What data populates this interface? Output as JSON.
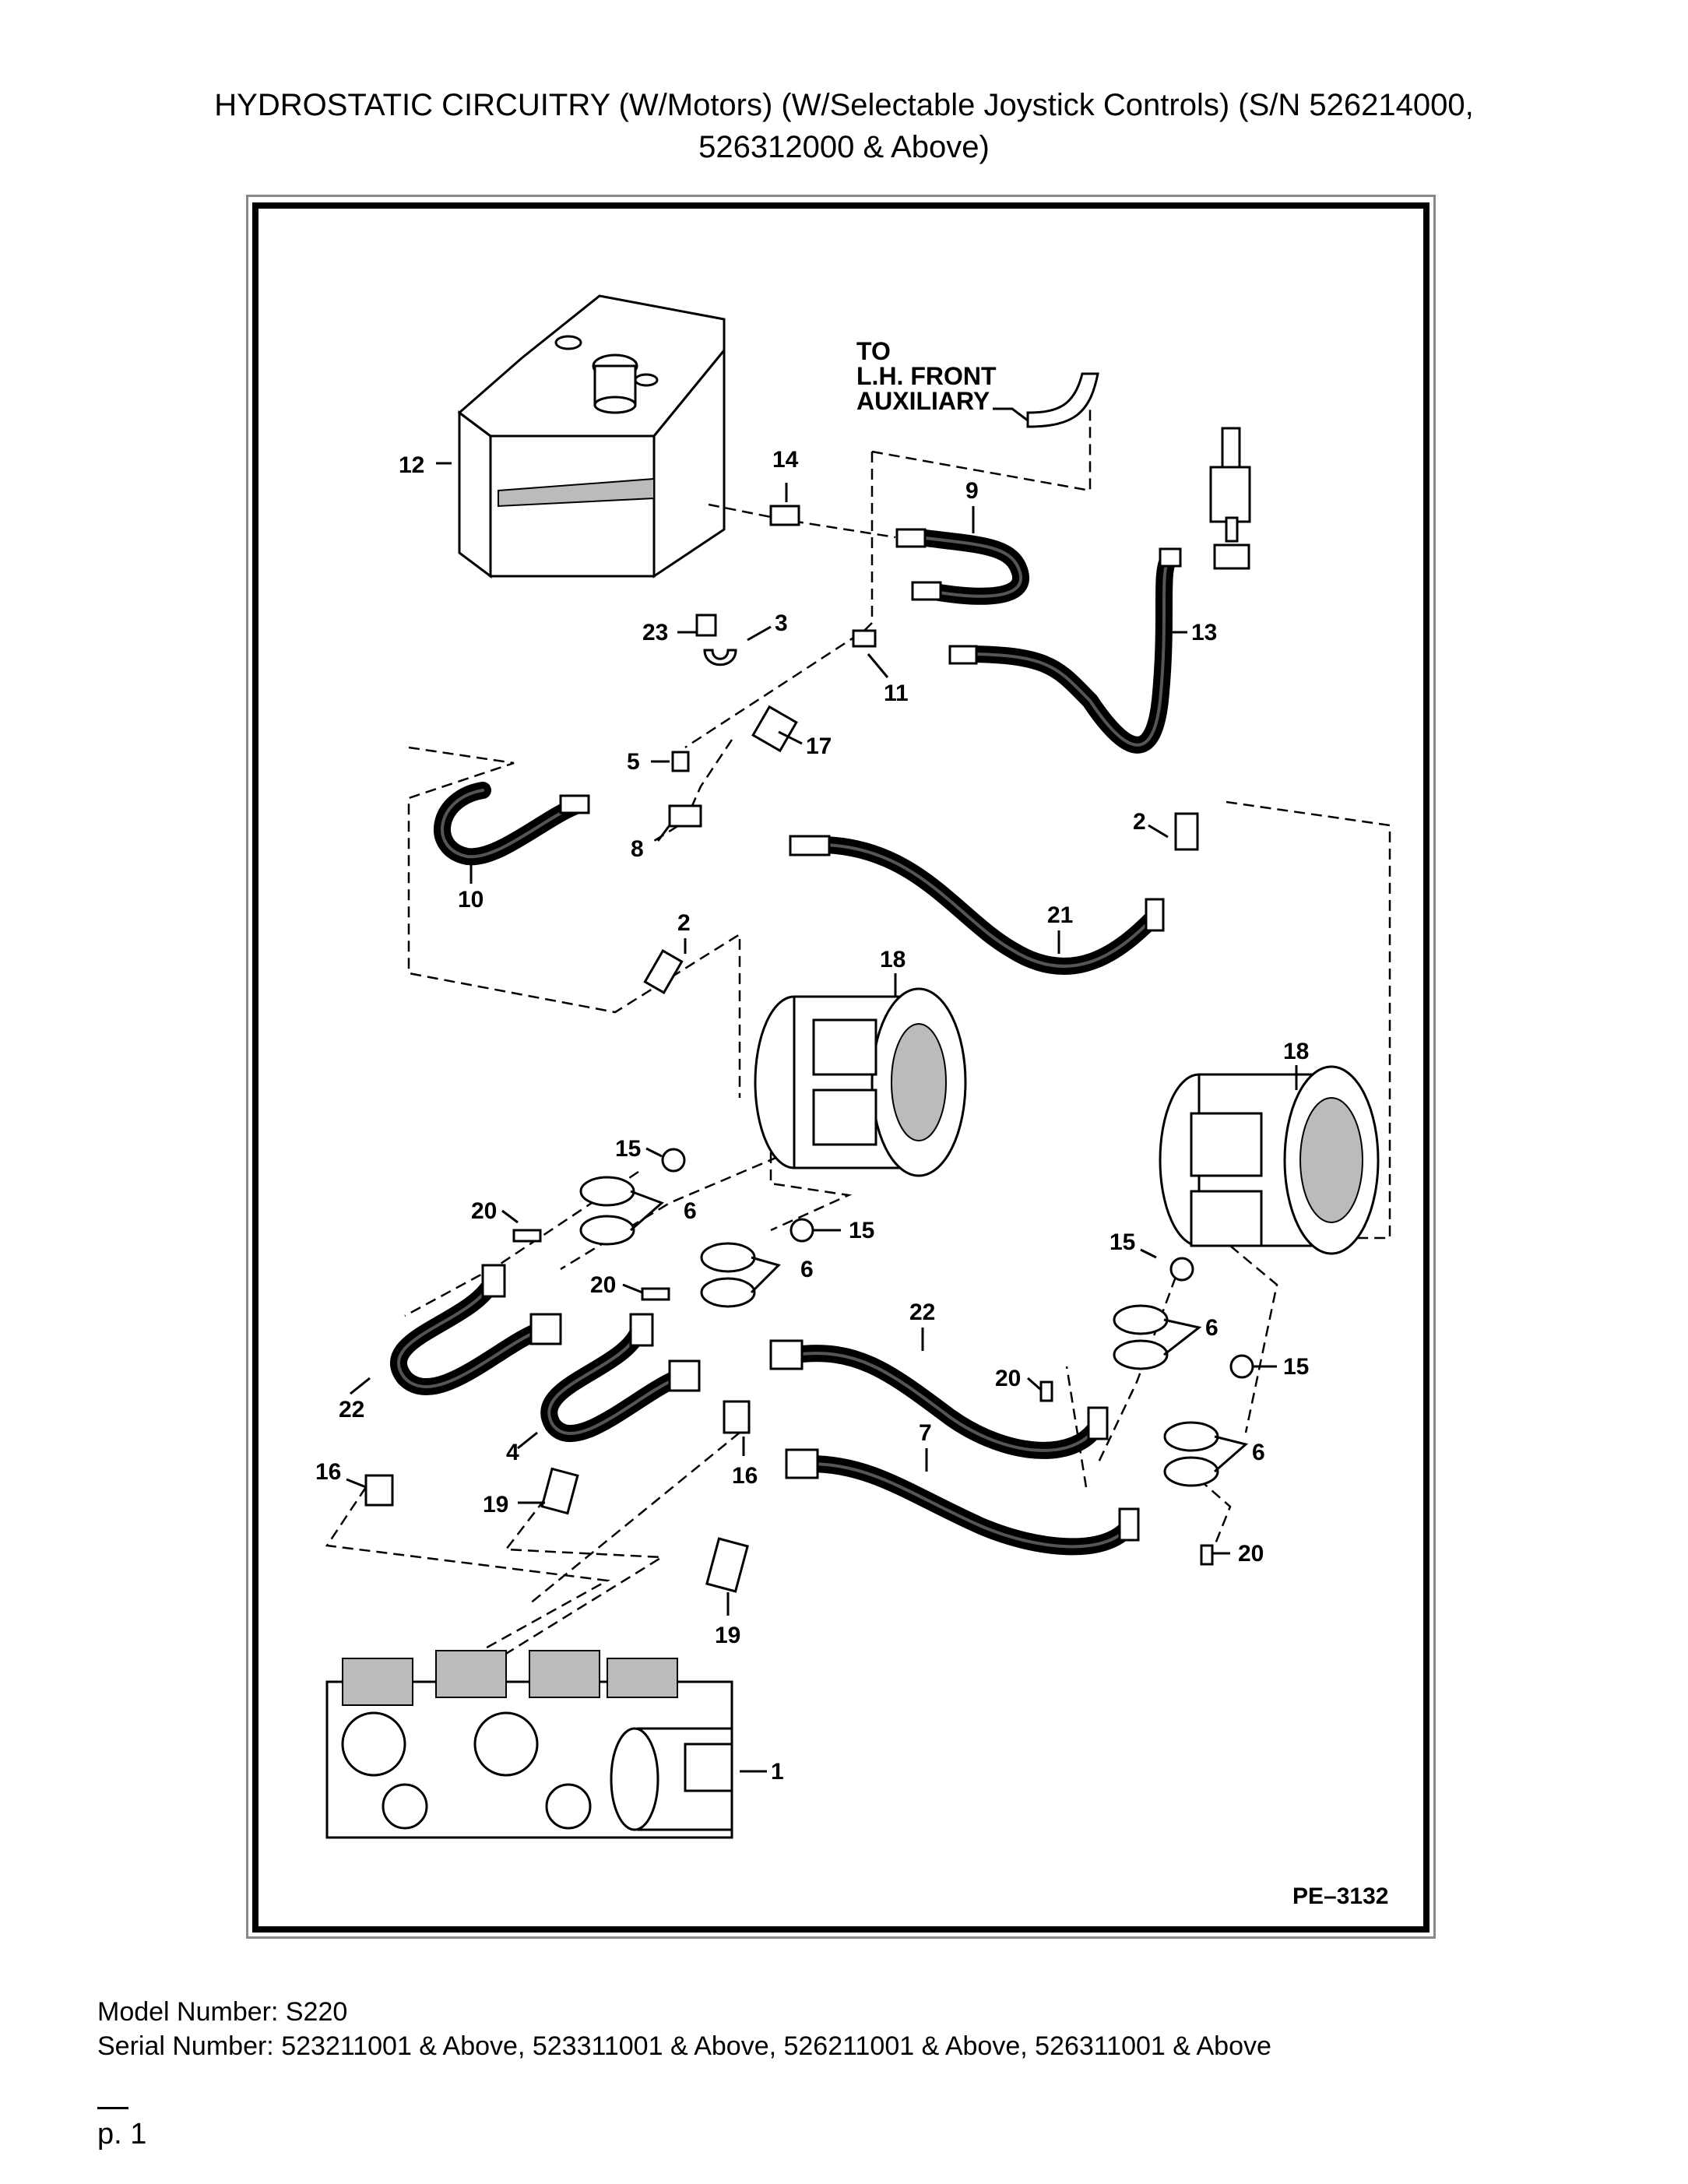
{
  "title_line1": "HYDROSTATIC CIRCUITRY (W/Motors) (W/Selectable Joystick Controls) (S/N 526214000,",
  "title_line2": "526312000 & Above)",
  "diagram_code": "PE–3132",
  "note": [
    "TO",
    "L.H. FRONT",
    "AUXILIARY"
  ],
  "callouts": {
    "c1": "1",
    "c2a": "2",
    "c2b": "2",
    "c3": "3",
    "c4": "4",
    "c5": "5",
    "c6a": "6",
    "c6b": "6",
    "c6c": "6",
    "c6d": "6",
    "c7": "7",
    "c8": "8",
    "c9": "9",
    "c10": "10",
    "c11": "11",
    "c12": "12",
    "c13": "13",
    "c14": "14",
    "c15a": "15",
    "c15b": "15",
    "c15c": "15",
    "c15d": "15",
    "c16a": "16",
    "c16b": "16",
    "c17": "17",
    "c18a": "18",
    "c18b": "18",
    "c19a": "19",
    "c19b": "19",
    "c20a": "20",
    "c20b": "20",
    "c20c": "20",
    "c20d": "20",
    "c21": "21",
    "c22a": "22",
    "c22b": "22",
    "c23": "23"
  },
  "model_number": "Model Number: S220",
  "serial_number": "Serial Number: 523211001 & Above, 523311001 & Above, 526211001 & Above, 526311001 & Above",
  "page_label": "p. 1"
}
